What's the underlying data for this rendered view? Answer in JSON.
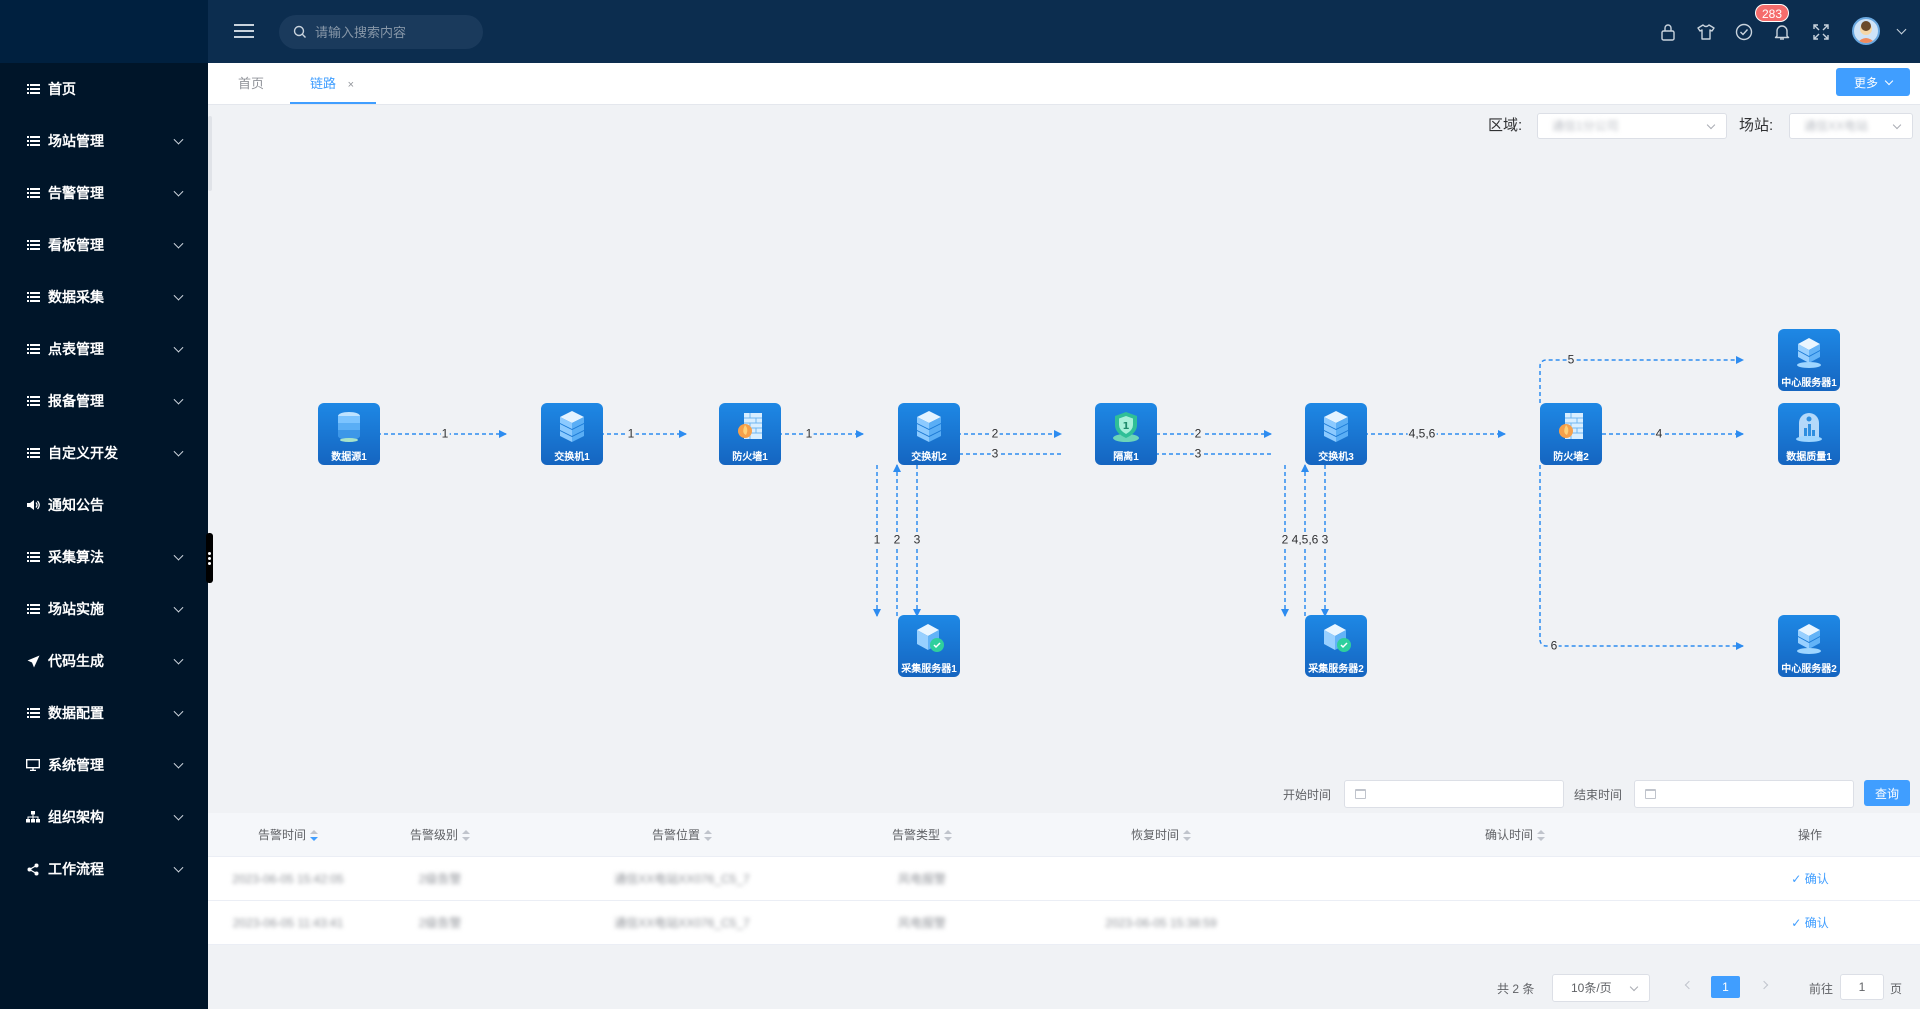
{
  "sidebar": {
    "items": [
      {
        "label": "首页",
        "icon": "list-icon",
        "has_children": false
      },
      {
        "label": "场站管理",
        "icon": "list-icon",
        "has_children": true
      },
      {
        "label": "告警管理",
        "icon": "list-icon",
        "has_children": true
      },
      {
        "label": "看板管理",
        "icon": "list-icon",
        "has_children": true
      },
      {
        "label": "数据采集",
        "icon": "list-icon",
        "has_children": true
      },
      {
        "label": "点表管理",
        "icon": "list-icon",
        "has_children": true
      },
      {
        "label": "报备管理",
        "icon": "list-icon",
        "has_children": true
      },
      {
        "label": "自定义开发",
        "icon": "list-icon",
        "has_children": true
      },
      {
        "label": "通知公告",
        "icon": "speaker-icon",
        "has_children": false
      },
      {
        "label": "采集算法",
        "icon": "list-icon",
        "has_children": true
      },
      {
        "label": "场站实施",
        "icon": "list-icon",
        "has_children": true
      },
      {
        "label": "代码生成",
        "icon": "send-icon",
        "has_children": true
      },
      {
        "label": "数据配置",
        "icon": "list-icon",
        "has_children": true
      },
      {
        "label": "系统管理",
        "icon": "monitor-icon",
        "has_children": true
      },
      {
        "label": "组织架构",
        "icon": "org-icon",
        "has_children": true
      },
      {
        "label": "工作流程",
        "icon": "share-icon",
        "has_children": true
      }
    ]
  },
  "header": {
    "search_placeholder": "请输入搜索内容",
    "notification_count": "283",
    "icons": [
      "lock-icon",
      "shirt-icon",
      "check-circle-icon",
      "bell-icon",
      "fullscreen-icon"
    ]
  },
  "tabs": {
    "items": [
      {
        "label": "首页",
        "active": false
      },
      {
        "label": "链路",
        "active": true,
        "closable": true
      }
    ],
    "close_glyph": "×",
    "more_label": "更多"
  },
  "filters": {
    "region_label": "区域:",
    "region_value": "通信1分公司",
    "station_label": "场站:",
    "station_value": "通信XX电站"
  },
  "topology": {
    "nodes": [
      {
        "id": "ds1",
        "label": "数据源1",
        "type": "database"
      },
      {
        "id": "sw1",
        "label": "交换机1",
        "type": "switch"
      },
      {
        "id": "fw1",
        "label": "防火墙1",
        "type": "firewall"
      },
      {
        "id": "sw2",
        "label": "交换机2",
        "type": "switch"
      },
      {
        "id": "iso1",
        "label": "隔离1",
        "type": "isolator"
      },
      {
        "id": "sw3",
        "label": "交换机3",
        "type": "switch"
      },
      {
        "id": "fw2",
        "label": "防火墙2",
        "type": "firewall"
      },
      {
        "id": "cs1",
        "label": "中心服务器1",
        "type": "server"
      },
      {
        "id": "dq1",
        "label": "数据质量1",
        "type": "quality"
      },
      {
        "id": "cs2",
        "label": "中心服务器2",
        "type": "server"
      },
      {
        "id": "acq1",
        "label": "采集服务器1",
        "type": "acq"
      },
      {
        "id": "acq2",
        "label": "采集服务器2",
        "type": "acq"
      }
    ],
    "edge_labels": [
      "1",
      "1",
      "1",
      "2",
      "3",
      "2",
      "3",
      "4,5,6",
      "5",
      "4",
      "6",
      "1",
      "2",
      "3",
      "2",
      "4,5,6",
      "3"
    ],
    "colors": {
      "node": "#1976d2",
      "edge": "#2d8cf0"
    }
  },
  "date_filter": {
    "start_label": "开始时间",
    "end_label": "结束时间",
    "query_label": "查询"
  },
  "table": {
    "headers": [
      "告警时间",
      "告警级别",
      "告警位置",
      "告警类型",
      "恢复时间",
      "确认时间",
      "操作"
    ],
    "rows": [
      [
        "2023-06-05 15:42:05",
        "2级告警",
        "通信XX电站XX076_C5_7",
        "风电报警",
        "",
        "",
        "确认"
      ],
      [
        "2023-06-05 11:43:41",
        "2级告警",
        "通信XX电站XX076_C5_7",
        "风电报警",
        "2023-06-05 15:38:59",
        "",
        "确认"
      ]
    ]
  },
  "pager": {
    "total": "共 2 条",
    "page_size": "10条/页",
    "current": "1",
    "goto_label": "前往",
    "goto_value": "1",
    "page_suffix": "页"
  }
}
